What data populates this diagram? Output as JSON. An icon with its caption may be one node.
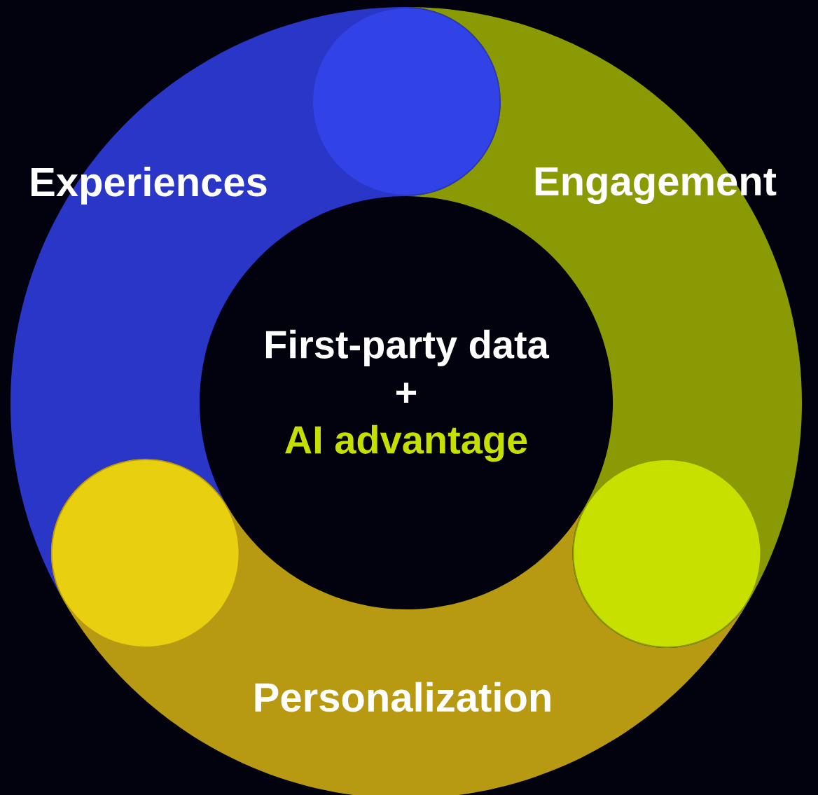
{
  "diagram": {
    "nodes": [
      {
        "text": [
          "Experiences"
        ]
      },
      {
        "text": [
          "Engagement"
        ]
      },
      {
        "text": [
          "First-party data",
          "+",
          "AI advantage"
        ]
      },
      {
        "text": [
          "Personalization"
        ]
      }
    ]
  }
}
